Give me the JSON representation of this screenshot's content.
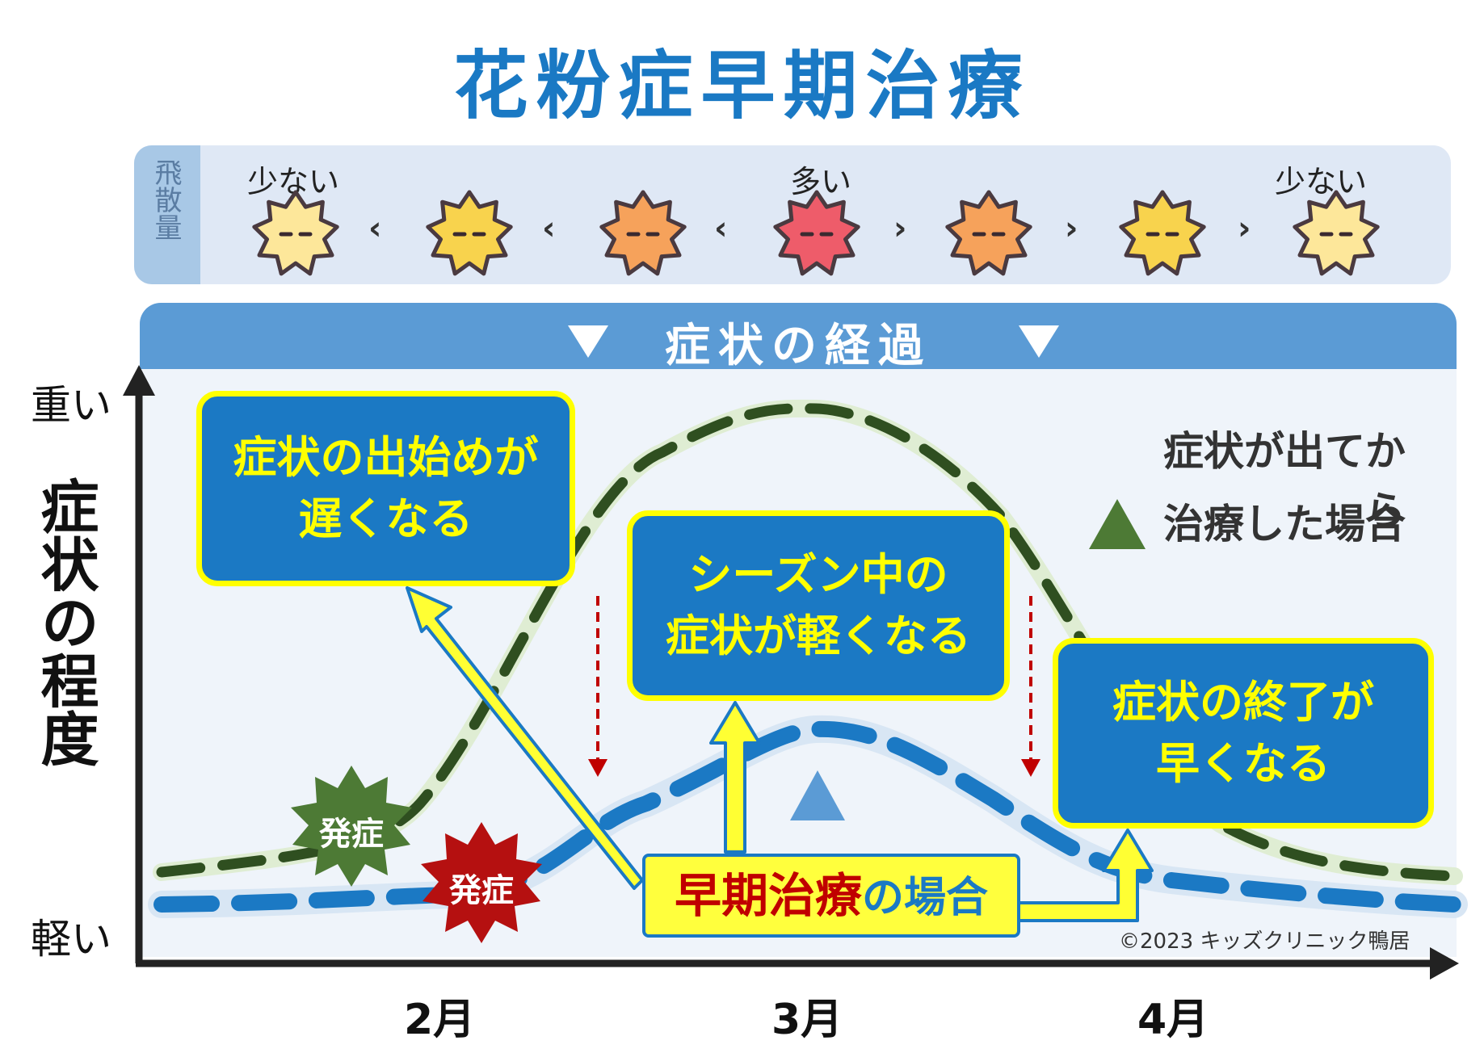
{
  "title": "花粉症早期治療",
  "pollen": {
    "side_label": "飛散量",
    "labels": {
      "left": "少ない",
      "center": "多い",
      "right": "少ない"
    },
    "symbols": [
      "‹",
      "‹",
      "‹",
      "›",
      "›",
      "›"
    ],
    "icons": [
      {
        "name": "pollen-pale-icon",
        "color": "#fde79a"
      },
      {
        "name": "pollen-yellow-icon",
        "color": "#f8d34d"
      },
      {
        "name": "pollen-orange-icon",
        "color": "#f6a25b"
      },
      {
        "name": "pollen-red-icon",
        "color": "#ee5c6a"
      },
      {
        "name": "pollen-orange-icon",
        "color": "#f6a25b"
      },
      {
        "name": "pollen-yellow-icon",
        "color": "#f8d34d"
      },
      {
        "name": "pollen-pale-icon",
        "color": "#fde79a"
      }
    ]
  },
  "section_header": "症状の経過",
  "axes": {
    "y_title": "症状の程度",
    "y_top": "重い",
    "y_bottom": "軽い",
    "months": [
      "2月",
      "3月",
      "4月"
    ]
  },
  "callouts": {
    "late_onset": [
      "症状の出始めが",
      "遅くなる"
    ],
    "milder": [
      "シーズン中の",
      "症状が軽くなる"
    ],
    "early_end": [
      "症状の終了が",
      "早くなる"
    ]
  },
  "legend": {
    "after_symptoms": [
      "症状が出てから",
      "治療した場合"
    ],
    "after_color": "#4d7a35",
    "early_color": "#5b9bd5"
  },
  "onset_label_1": "発症",
  "onset_label_2": "発症",
  "early_box": {
    "main": "早期治療",
    "sub": "の場合"
  },
  "copyright": "©2023 キッズクリニック鴨居",
  "colors": {
    "title": "#1a79c4",
    "dark_green_curve": "#2f4f20",
    "blue_curve": "#1b79c4",
    "callout_fill": "#1b79c4",
    "callout_border": "#ffff00",
    "onset_green": "#4d7a35",
    "onset_red": "#b51010"
  }
}
